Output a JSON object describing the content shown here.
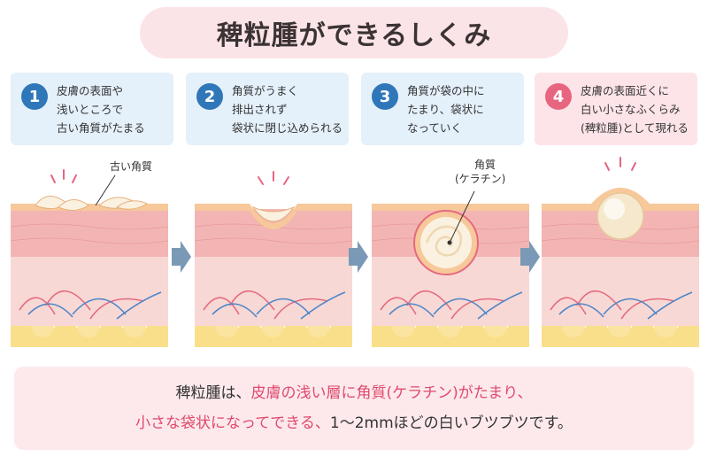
{
  "title": "稗粒腫ができるしくみ",
  "colors": {
    "blue_accent": "#2f77b8",
    "pink_accent": "#e8657f",
    "blue_box": "#e4f0fa",
    "pink_box": "#fde4e8",
    "skin_surface": "#f7c89a",
    "epidermis": "#f3b5b3",
    "dermis": "#f7d4d2",
    "fat": "#f9df8a",
    "highlight_text": "#e0496c"
  },
  "steps": [
    {
      "number": "1",
      "lines": [
        "皮膚の表面や",
        "浅いところで",
        "古い角質がたまる"
      ]
    },
    {
      "number": "2",
      "lines": [
        "角質がうまく",
        "排出されず",
        "袋状に閉じ込められる"
      ]
    },
    {
      "number": "3",
      "lines": [
        "角質が袋の中に",
        "たまり、袋状に",
        "なっていく"
      ]
    },
    {
      "number": "4",
      "lines": [
        "皮膚の表面近くに",
        "白い小さなふくらみ",
        "(稗粒腫)として現れる"
      ]
    }
  ],
  "labels": {
    "old_keratin": "古い角質",
    "keratin_line1": "角質",
    "keratin_line2": "(ケラチン)"
  },
  "summary": {
    "line1": [
      {
        "text": "稗粒腫は、",
        "highlight": false
      },
      {
        "text": "皮膚の浅い層に角質(ケラチン)がたまり、",
        "highlight": true
      }
    ],
    "line2": [
      {
        "text": "小さな袋状になってできる、",
        "highlight": true
      },
      {
        "text": "1〜2mmほどの白いブツブツです。",
        "highlight": false
      }
    ]
  }
}
